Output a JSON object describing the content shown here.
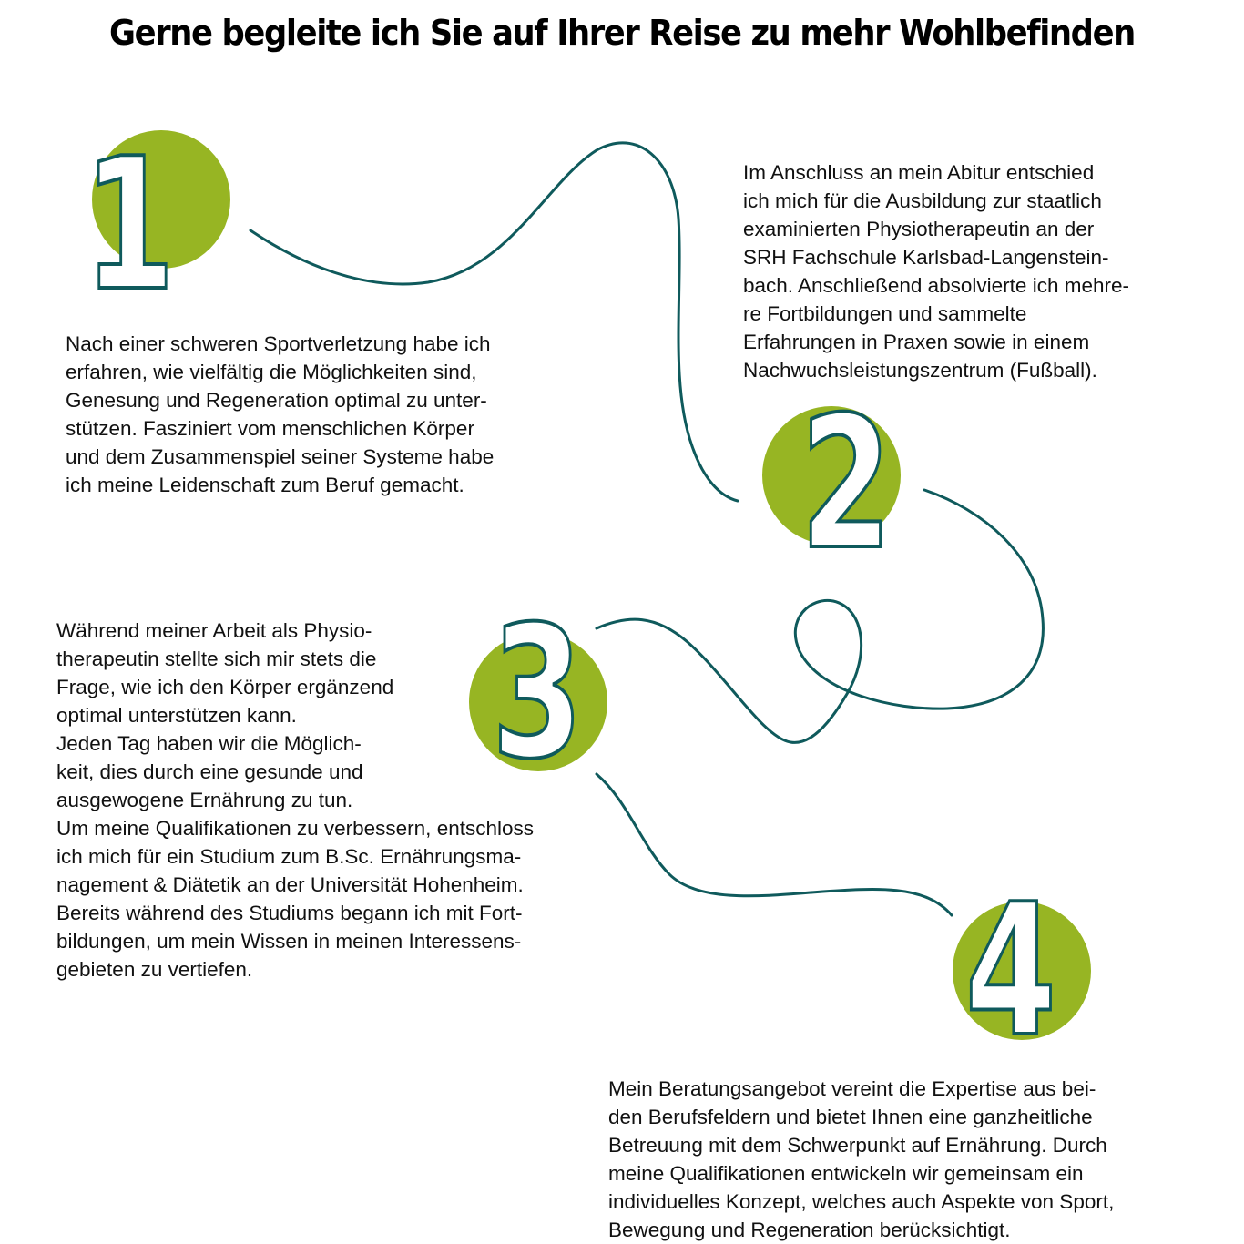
{
  "title": "Gerne begleite ich Sie auf Ihrer Reise zu mehr Wohlbefinden",
  "colors": {
    "circle_green": "#97b523",
    "path_teal": "#0f5a5c",
    "number_fill": "#ffffff",
    "text": "#111111"
  },
  "steps": [
    {
      "number": "1",
      "lines": [
        "Nach einer schweren Sportverletzung habe ich",
        "erfahren, wie vielfältig die Möglichkeiten sind,",
        "Genesung und Regeneration optimal zu unter-",
        "stützen. Fasziniert vom menschlichen Körper",
        "und dem Zusammenspiel seiner Systeme habe",
        "ich meine Leidenschaft zum Beruf gemacht."
      ]
    },
    {
      "number": "2",
      "lines": [
        "Im Anschluss an mein Abitur entschied",
        "ich mich für die Ausbildung zur staatlich",
        "examinierten Physiotherapeutin an der",
        "SRH Fachschule Karlsbad-Langenstein-",
        "bach. Anschließend absolvierte ich mehre-",
        "re Fortbildungen und sammelte",
        "Erfahrungen in Praxen sowie in einem",
        "Nachwuchsleistungszentrum (Fußball)."
      ]
    },
    {
      "number": "3",
      "lines": [
        "Während meiner Arbeit als Physio-",
        "therapeutin stellte sich mir stets die",
        "Frage, wie ich den Körper ergänzend",
        "optimal unterstützen kann.",
        "Jeden Tag haben wir die Möglich-",
        "keit, dies durch eine gesunde und",
        "ausgewogene Ernährung zu tun.",
        "Um meine Qualifikationen zu verbessern, entschloss",
        "ich mich für ein Studium zum B.Sc. Ernährungsma-",
        "nagement & Diätetik an der Universität Hohenheim.",
        "Bereits während des Studiums begann ich mit Fort-",
        "bildungen, um mein Wissen in meinen Interessens-",
        "gebieten zu vertiefen."
      ]
    },
    {
      "number": "4",
      "lines": [
        "Mein Beratungsangebot vereint die Expertise aus bei-",
        "den Berufsfeldern und bietet Ihnen eine ganzheitliche",
        "Betreuung mit dem Schwerpunkt auf Ernährung. Durch",
        "meine Qualifikationen entwickeln wir gemeinsam ein",
        "individuelles Konzept, welches auch Aspekte von Sport,",
        "Bewegung und Regeneration berücksichtigt."
      ]
    }
  ]
}
